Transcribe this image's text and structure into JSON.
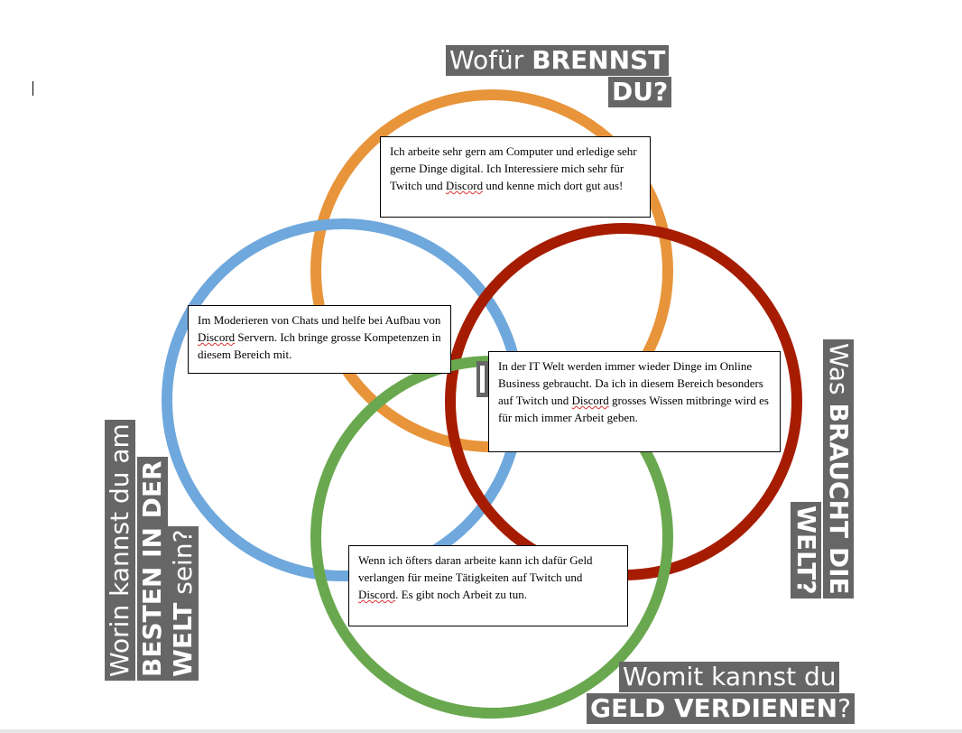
{
  "labels": {
    "top_line1_normal": "Wofür ",
    "top_line1_bold": "BRENNST",
    "top_line2_bold": "DU?",
    "right_line1_normal": "Was ",
    "right_line1_bold": "BRAUCHT DIE",
    "right_line2_bold": "WELT?",
    "bottom_line1_normal": "Womit kannst du",
    "bottom_line2_bold": "GELD VERDIENEN",
    "bottom_line2_suffix": "?",
    "left_line1_normal": "Worin kannst du am",
    "left_line2_bold": "BESTEN IN  DER",
    "left_line3_bold": "WELT",
    "left_line3_suffix": " sein?"
  },
  "boxes": {
    "passion": {
      "pre": "Ich arbeite sehr gern am Computer und erledige sehr gerne Dinge digital. Ich Interessiere mich sehr für Twitch und ",
      "flag": "Discord",
      "post": " und kenne mich dort gut aus!"
    },
    "skill": {
      "pre": "Im Moderieren von Chats und helfe bei Aufbau von ",
      "flag": "Discord",
      "post": " Servern. Ich bringe grosse Kompetenzen in diesem Bereich mit."
    },
    "need": {
      "pre": "In der IT Welt werden immer wieder Dinge im Online Business gebraucht. Da ich in diesem Bereich besonders auf Twitch und ",
      "flag": "Discord",
      "post": " grosses Wissen mitbringe wird es für mich immer Arbeit geben."
    },
    "money": {
      "pre": "Wenn ich öfters daran arbeite kann ich dafür Geld verlangen für meine Tätigkeiten auf Twitch und ",
      "flag": "Discord",
      "post": ". Es gibt noch Arbeit zu tun."
    }
  },
  "colors": {
    "orange": "#e8943a",
    "blue": "#6fa8dc",
    "red": "#a61c00",
    "green": "#6aa84f",
    "label_bg": "#666666"
  }
}
